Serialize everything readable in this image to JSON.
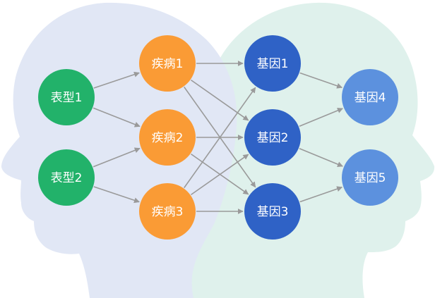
{
  "colors": {
    "left_head": "#e1e7f5",
    "right_head": "#dcefea",
    "phenotype": "#22b26a",
    "disease": "#fa9b35",
    "gene_dark": "#2f62c6",
    "gene_light": "#5c91de",
    "edge": "#9a9a9a",
    "label": "#ffffff"
  },
  "nodes": [
    {
      "id": "p1",
      "label": "表型1",
      "group": "phenotype"
    },
    {
      "id": "p2",
      "label": "表型2",
      "group": "phenotype"
    },
    {
      "id": "d1",
      "label": "疾病1",
      "group": "disease"
    },
    {
      "id": "d2",
      "label": "疾病2",
      "group": "disease"
    },
    {
      "id": "d3",
      "label": "疾病3",
      "group": "disease"
    },
    {
      "id": "g1",
      "label": "基因1",
      "group": "gene_dark"
    },
    {
      "id": "g2",
      "label": "基因2",
      "group": "gene_dark"
    },
    {
      "id": "g3",
      "label": "基因3",
      "group": "gene_dark"
    },
    {
      "id": "g4",
      "label": "基因4",
      "group": "gene_light"
    },
    {
      "id": "g5",
      "label": "基因5",
      "group": "gene_light"
    }
  ],
  "edges": [
    [
      "p1",
      "d1"
    ],
    [
      "p1",
      "d2"
    ],
    [
      "p2",
      "d2"
    ],
    [
      "p2",
      "d3"
    ],
    [
      "d1",
      "g1"
    ],
    [
      "d1",
      "g2"
    ],
    [
      "d1",
      "g3"
    ],
    [
      "d2",
      "g2"
    ],
    [
      "d2",
      "g3"
    ],
    [
      "d3",
      "g1"
    ],
    [
      "d3",
      "g2"
    ],
    [
      "d3",
      "g3"
    ],
    [
      "g1",
      "g4"
    ],
    [
      "g2",
      "g4"
    ],
    [
      "g2",
      "g5"
    ],
    [
      "g3",
      "g5"
    ]
  ]
}
